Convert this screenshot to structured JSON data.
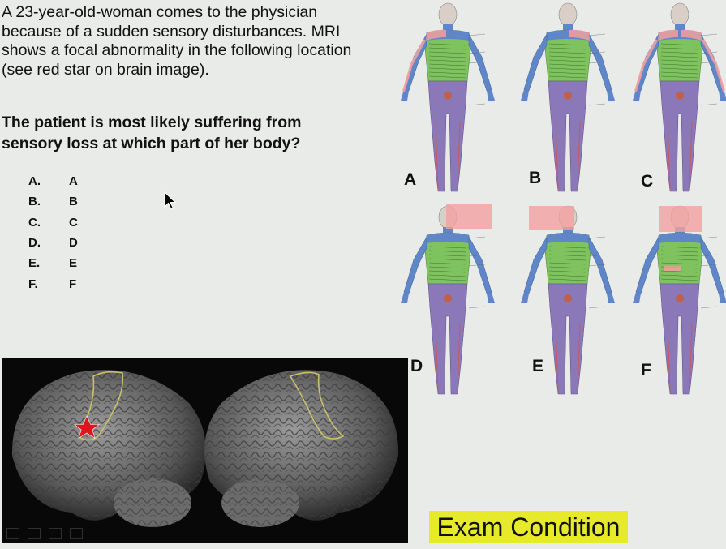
{
  "question": {
    "line1": "A 23-year-old-woman comes to the physician",
    "line2": "because of a sudden sensory disturbances. MRI",
    "line3": "shows a focal abnormality in the following location",
    "line4": "(see red star on brain image).",
    "prompt1": "The patient is most likely suffering from",
    "prompt2": "sensory loss at which part of her body?"
  },
  "options": [
    {
      "letter": "A.",
      "value": "A"
    },
    {
      "letter": "B.",
      "value": "B"
    },
    {
      "letter": "C.",
      "value": "C"
    },
    {
      "letter": "D.",
      "value": "D"
    },
    {
      "letter": "E.",
      "value": "E"
    },
    {
      "letter": "F.",
      "value": "F"
    }
  ],
  "figure_labels": [
    "A",
    "B",
    "C",
    "D",
    "E",
    "F"
  ],
  "banner": "Exam Condition",
  "colors": {
    "highlight": "#e6ea2a",
    "cervical": "#5f86c9",
    "thoracic": "#7fc35f",
    "lumbar": "#8a78b8",
    "deficit": "#f2a0a0",
    "star": "#e0141e"
  },
  "icons": [
    "pointer-cursor-icon",
    "star-icon",
    "dermatome-figure"
  ]
}
